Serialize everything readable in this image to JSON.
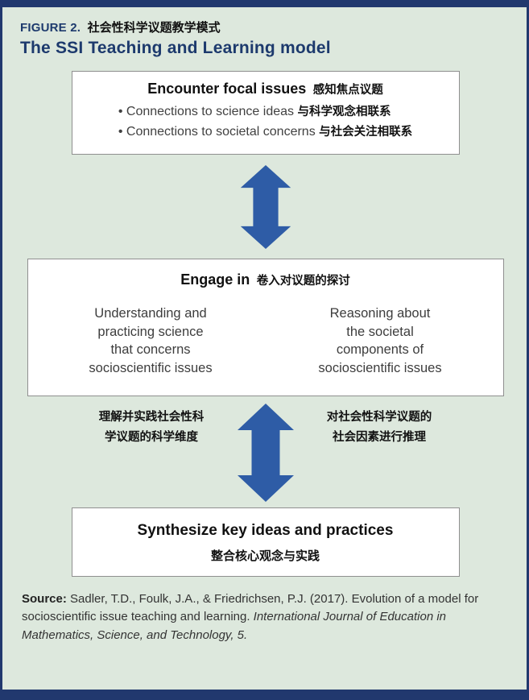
{
  "header": {
    "figure_label": "FIGURE 2.",
    "figure_label_zh": "社会性科学议题教学模式",
    "title": "The SSI Teaching and Learning model"
  },
  "encounter": {
    "title_en": "Encounter focal issues",
    "title_zh": "感知焦点议题",
    "bullets": [
      {
        "en": "• Connections to science ideas",
        "zh": "与科学观念相联系"
      },
      {
        "en": "• Connections to societal concerns",
        "zh": "与社会关注相联系"
      }
    ]
  },
  "engage": {
    "title_en": "Engage in",
    "title_zh": "卷入对议题的探讨",
    "left_lines": [
      "Understanding and",
      "practicing science",
      "that concerns",
      "socioscientific issues"
    ],
    "right_lines": [
      "Reasoning about",
      "the societal",
      "components of",
      "socioscientific issues"
    ],
    "left_zh_lines": [
      "理解并实践社会性科",
      "学议题的科学维度"
    ],
    "right_zh_lines": [
      "对社会性科学议题的",
      "社会因素进行推理"
    ]
  },
  "synthesize": {
    "title_en": "Synthesize key ideas and practices",
    "title_zh": "整合核心观念与实践"
  },
  "source": {
    "label": "Source:",
    "text": "Sadler, T.D., Foulk, J.A., & Friedrichsen, P.J. (2017). Evolution of a model for socioscientific issue teaching and learning. ",
    "journal": "International Journal of Education in Mathematics, Science, and Technology, 5."
  },
  "colors": {
    "frame_navy": "#21386e",
    "background": "#dde8dd",
    "arrow_blue": "#2e5ca6",
    "box_border": "#8f8f8f"
  }
}
